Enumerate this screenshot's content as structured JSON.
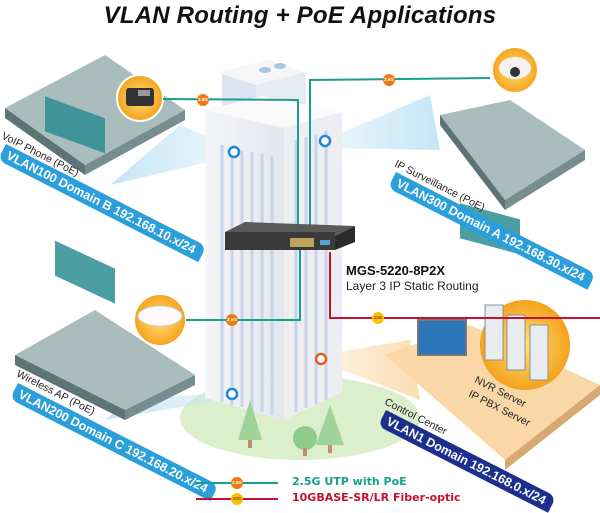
{
  "title": "VLAN Routing + PoE Applications",
  "switch": {
    "model": "MGS-5220-8P2X",
    "description": "Layer 3 IP Static Routing"
  },
  "zones": [
    {
      "device": "VoIP Phone (PoE)",
      "vlan": "VLAN100 Domain B 192.168.10.x/24",
      "link_badge": "2.5G"
    },
    {
      "device": "IP Surveillance (PoE)",
      "vlan": "VLAN300 Domain A 192.168.30.x/24",
      "link_badge": "2.5G"
    },
    {
      "device": "Wireless AP (PoE)",
      "vlan": "VLAN200 Domain C 192.168.20.x/24",
      "link_badge": "2.5G"
    },
    {
      "device": "Control Center",
      "vlan": "VLAN1 Domain 192.168.0.x/24",
      "link_badge": "10G",
      "servers": [
        "NVR Server",
        "IP PBX Server"
      ]
    }
  ],
  "legend": [
    {
      "badge": "2.5G",
      "label": "2.5G UTP with PoE",
      "color": "#1a9e8f"
    },
    {
      "badge": "10G",
      "label": "10GBASE-SR/LR Fiber-optic",
      "color": "#c8102e"
    }
  ],
  "colors": {
    "utp_line": "#1a9e8f",
    "fiber_line": "#c8102e",
    "badge_2_5g": "#f07a12",
    "badge_10g": "#f7c300",
    "vlan_light": "#2a9fdc",
    "vlan_dark": "#1c2f8c"
  }
}
